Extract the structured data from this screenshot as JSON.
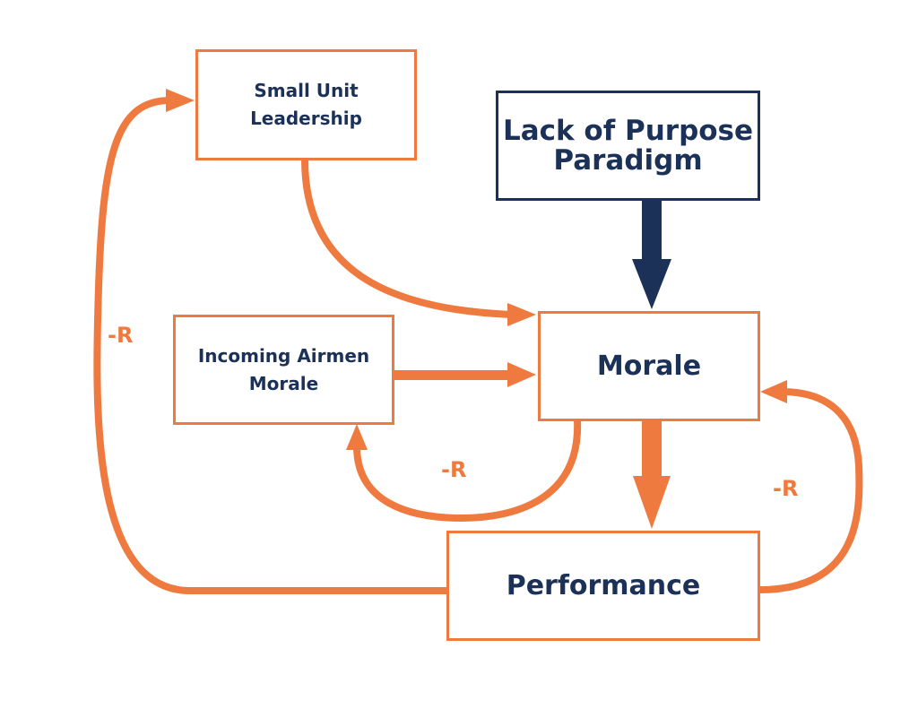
{
  "colors": {
    "accent": "#ef7a3f",
    "primary": "#1b3157",
    "background": "#ffffff"
  },
  "nodes": {
    "small_unit_leadership": "Small Unit\nLeadership",
    "lack_of_purpose": "Lack of Purpose\nParadigm",
    "incoming_airmen_morale": "Incoming Airmen\nMorale",
    "morale": "Morale",
    "performance": "Performance"
  },
  "loop_labels": {
    "outer_left": "-R",
    "middle": "-R",
    "right": "-R"
  },
  "edges": [
    {
      "from": "small_unit_leadership",
      "to": "morale"
    },
    {
      "from": "lack_of_purpose",
      "to": "morale"
    },
    {
      "from": "incoming_airmen_morale",
      "to": "morale"
    },
    {
      "from": "morale",
      "to": "performance"
    },
    {
      "from": "morale",
      "to": "incoming_airmen_morale"
    },
    {
      "from": "performance",
      "to": "morale"
    },
    {
      "from": "performance",
      "to": "small_unit_leadership"
    }
  ]
}
